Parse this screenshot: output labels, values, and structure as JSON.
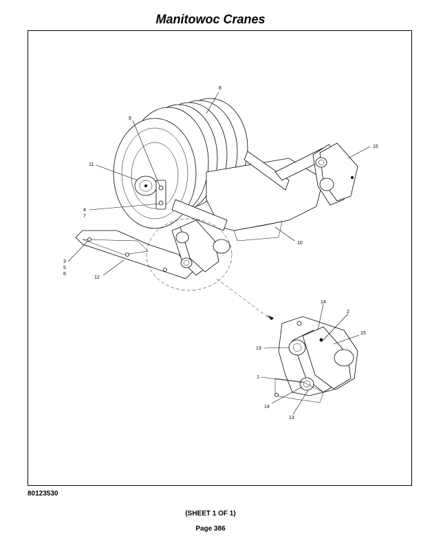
{
  "header": {
    "title": "Manitowoc Cranes"
  },
  "drawing": {
    "callouts": [
      "8",
      "9",
      "11",
      "4",
      "7",
      "15",
      "10",
      "3",
      "5",
      "6",
      "12",
      "14",
      "2",
      "15",
      "13",
      "1",
      "14",
      "13"
    ]
  },
  "footer": {
    "doc_number": "80123530",
    "sheet": "(SHEET 1 OF 1)",
    "page": "Page 386"
  }
}
